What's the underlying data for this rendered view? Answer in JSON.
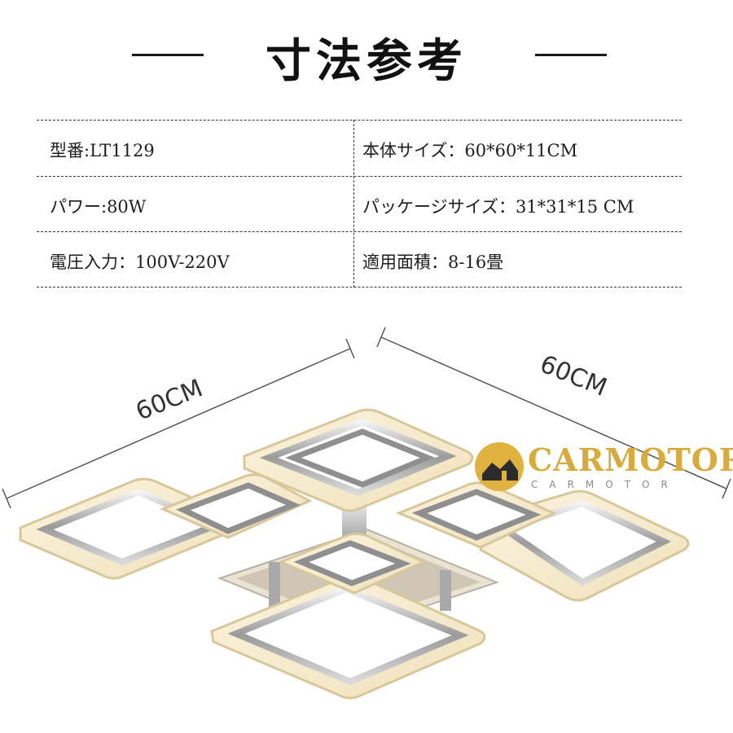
{
  "title": "寸法参考",
  "specs": {
    "model": "型番:LT1129",
    "body_size": "本体サイズ：60*60*11CM",
    "power": "パワー:80W",
    "package_size": "パッケージサイズ：31*31*15 CM",
    "voltage": "電圧入力：100V-220V",
    "area": "適用面積：8-16畳"
  },
  "dimensions": {
    "left": "60CM",
    "right": "60CM"
  },
  "brand": {
    "name": "CARMOTOR",
    "sub": "CARMOTOR"
  },
  "colors": {
    "brand_gold": "#d9ab3a",
    "text": "#1e1e1e"
  }
}
